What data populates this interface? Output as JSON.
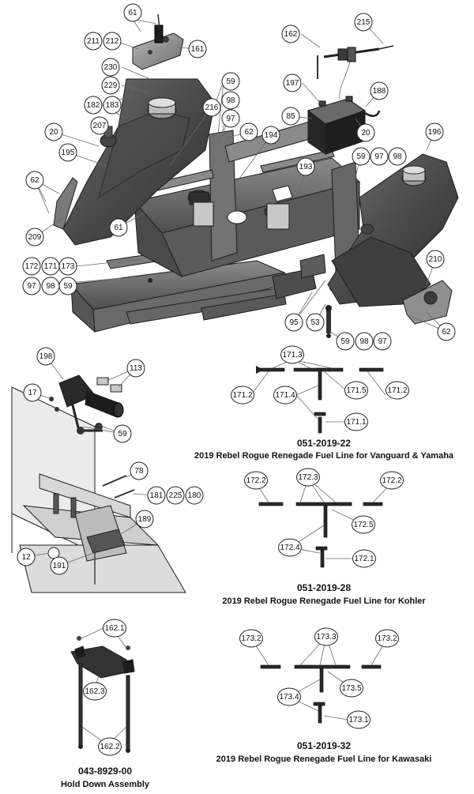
{
  "colors": {
    "ink": "#111111",
    "part_dark": "#3c3c3c",
    "part_mid": "#5e5e5e",
    "part_light": "#8e8e8e",
    "leader": "#6a6a6a"
  },
  "callouts": {
    "top": [
      "61",
      "211",
      "212",
      "161",
      "230",
      "229",
      "182",
      "183",
      "59",
      "98",
      "216",
      "97",
      "62",
      "194",
      "20",
      "207",
      "195",
      "62",
      "209",
      "61",
      "172",
      "171",
      "173",
      "97",
      "98",
      "59",
      "162",
      "215",
      "197",
      "188",
      "85",
      "20",
      "193",
      "59",
      "97",
      "98",
      "196",
      "210",
      "62",
      "95",
      "53",
      "59",
      "98",
      "97"
    ],
    "left": [
      "198",
      "113",
      "17",
      "59",
      "78",
      "181",
      "225",
      "180",
      "189",
      "12",
      "191"
    ],
    "kit1": [
      "171.3",
      "171.2",
      "171.4",
      "171.5",
      "171.2",
      "171.1"
    ],
    "kit2": [
      "172.2",
      "172.3",
      "172.2",
      "172.5",
      "172.4",
      "172.1"
    ],
    "kit3": [
      "173.2",
      "173.3",
      "173.2",
      "173.5",
      "173.4",
      "173.1"
    ],
    "hold": [
      "162.1",
      "162.3",
      "162.2"
    ]
  },
  "captions": {
    "kit1_pn": "051-2019-22",
    "kit1_title": "2019 Rebel Rogue Renegade Fuel Line for Vanguard & Yamaha",
    "kit2_pn": "051-2019-28",
    "kit2_title": "2019 Rebel Rogue Renegade Fuel Line for Kohler",
    "kit3_pn": "051-2019-32",
    "kit3_title": "2019 Rebel Rogue Renegade Fuel Line for Kawasaki",
    "hold_pn": "043-8929-00",
    "hold_title": "Hold Down Assembly"
  }
}
